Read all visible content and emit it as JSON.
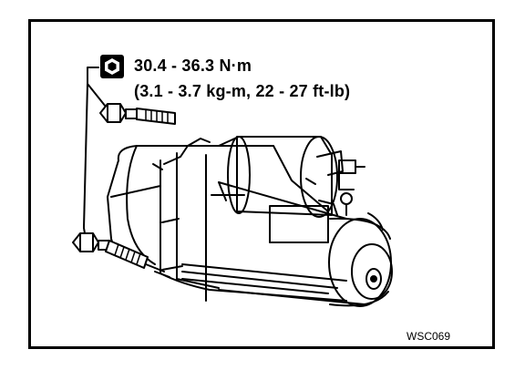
{
  "torque": {
    "line1": "30.4 - 36.3 N·m",
    "line2": "(3.1 - 3.7 kg-m, 22 - 27 ft-lb)"
  },
  "figure_code": "WSC069",
  "icons": {
    "torque": "hex-bolt-torque-icon"
  }
}
